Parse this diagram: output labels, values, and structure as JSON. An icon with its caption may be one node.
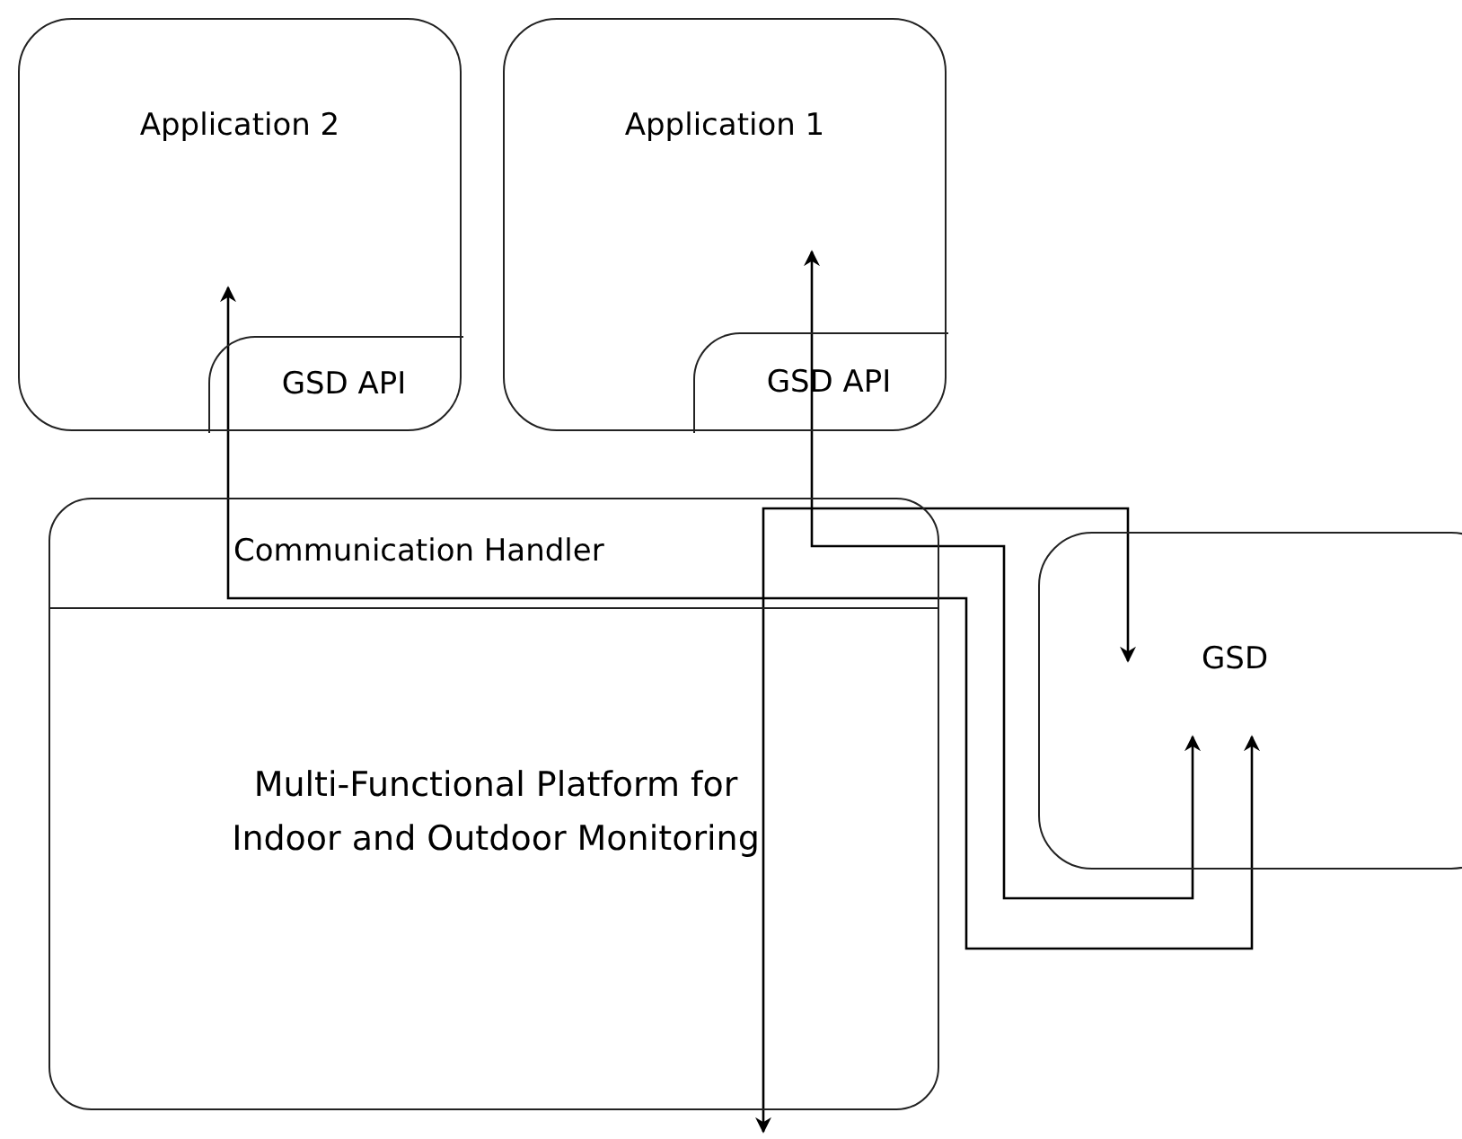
{
  "diagram": {
    "nodes": [
      {
        "text": [
          "Application 2"
        ]
      },
      {
        "text": [
          "GSD API"
        ],
        "in": 0
      },
      {
        "text": [
          "Application 1"
        ]
      },
      {
        "text": [
          "GSD API"
        ],
        "in": 2
      },
      {
        "text": [
          "Communication Handler",
          "Multi-Functional Platform for Indoor and Outdoor Monitoring"
        ]
      },
      {
        "text": [
          "GSD"
        ]
      }
    ],
    "edges": [
      {
        "from": 4,
        "to": 5,
        "arrow": "both"
      },
      {
        "from": 4,
        "to": 3,
        "arrow": "to"
      },
      {
        "from": 4,
        "to": 5,
        "arrow": "to"
      },
      {
        "from": 4,
        "to": 1,
        "arrow": "to"
      },
      {
        "from": 4,
        "to": 5,
        "arrow": "to"
      }
    ]
  }
}
